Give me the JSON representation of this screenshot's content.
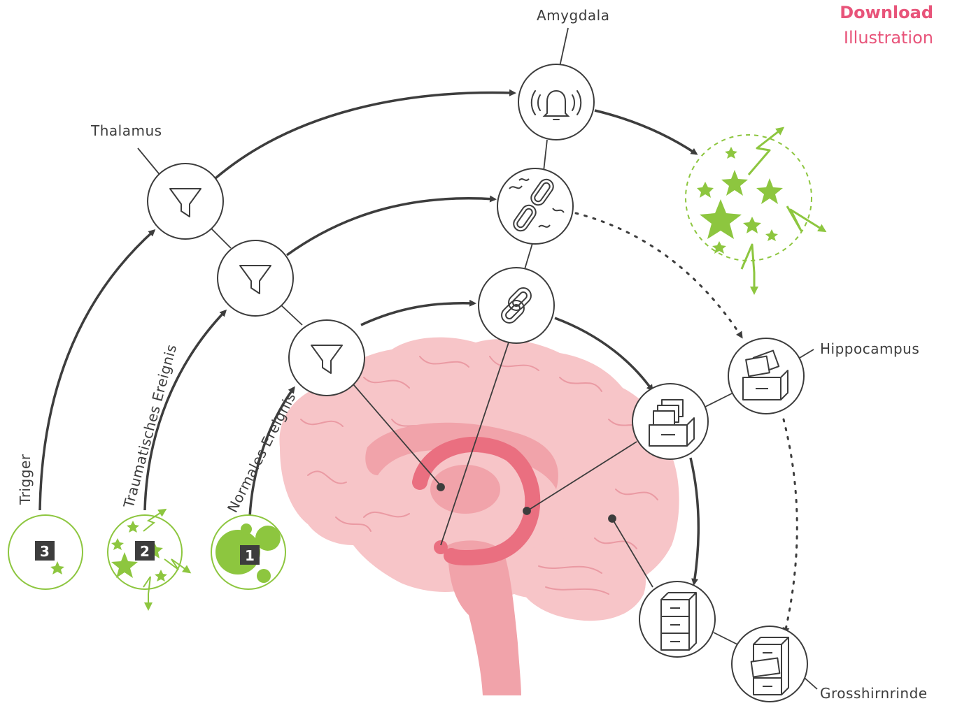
{
  "download": {
    "bold": "Download",
    "regular": "Illustration"
  },
  "labels": {
    "amygdala": "Amygdala",
    "thalamus": "Thalamus",
    "hippocampus": "Hippocampus",
    "grosshirnrinde": "Grosshirnrinde",
    "trigger": "Trigger",
    "traumatisches_ereignis": "Traumatisches Ereignis",
    "normales_ereignis": "Normales Ereignis"
  },
  "badges": [
    "1",
    "2",
    "3"
  ],
  "colors": {
    "accent": "#e8547a",
    "green": "#8dc63f",
    "line": "#3d3d3d",
    "brain_light": "#f7c5c8",
    "brain_mid": "#f1a3aa",
    "brain_dark": "#ea6f80"
  },
  "icons": [
    "filter-icon",
    "alarm-bell-icon",
    "broken-chain-icon",
    "chain-link-icon",
    "file-box-icon",
    "filing-cabinet-icon",
    "stars-icon"
  ]
}
